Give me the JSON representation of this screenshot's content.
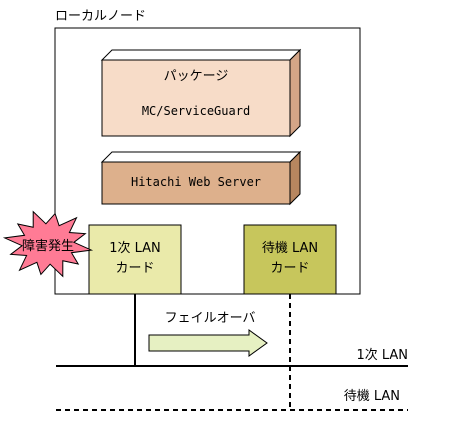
{
  "node_label": "ローカルノード",
  "package_box": {
    "line1": "パッケージ",
    "line2": "MC/ServiceGuard",
    "face_color": "#f7dcc8",
    "side_color": "#d4a587"
  },
  "web_server_box": {
    "label": "Hitachi Web Server",
    "face_color": "#ddb08c",
    "side_color": "#b7865f"
  },
  "primary_card": {
    "line1": "1次 LAN",
    "line2": "カード",
    "color": "#eaeaaa"
  },
  "standby_card": {
    "line1": "待機 LAN",
    "line2": "カード",
    "color": "#c7c65c"
  },
  "failure_burst": {
    "label": "障害発生",
    "color": "#ff7b95"
  },
  "failover": {
    "label": "フェイルオーバ",
    "arrow_color": "#e6f0c2"
  },
  "lan_labels": {
    "primary": "1次 LAN",
    "standby": "待機 LAN"
  }
}
